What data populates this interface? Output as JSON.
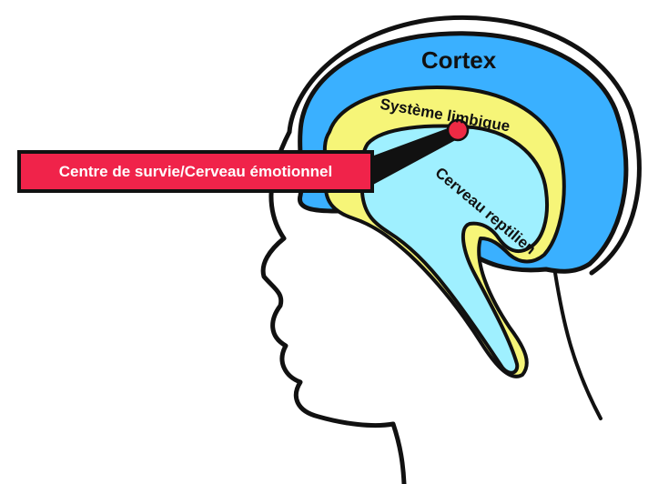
{
  "labels": {
    "cortex": "Cortex",
    "limbic": "Système limbique",
    "reptilian": "Cerveau reptilien",
    "callout": "Centre de survie/Cerveau émotionnel"
  },
  "colors": {
    "cortex": "#3ab0ff",
    "limbic": "#f6f578",
    "reptilian": "#9ff0ff",
    "callout_fill": "#f0234a",
    "marker": "#ee2a44",
    "outline": "#111111"
  }
}
